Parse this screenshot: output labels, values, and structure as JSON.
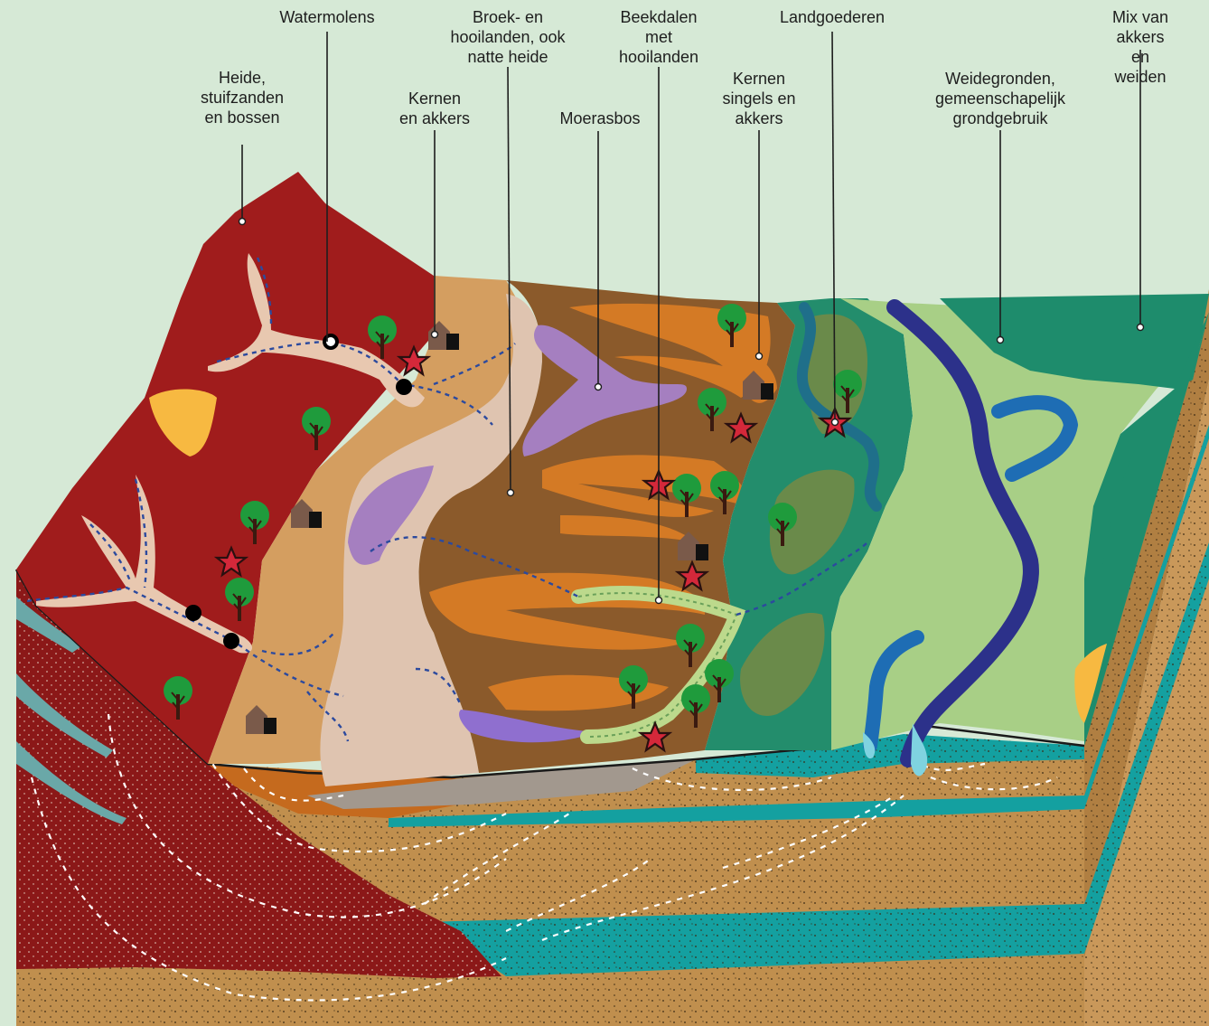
{
  "labels": {
    "watermolens": "Watermolens",
    "broek": "Broek- en\nhooilanden, ook\nnatte heide",
    "beekdalen": "Beekdalen\nmet\nhooilanden",
    "landgoederen": "Landgoederen",
    "mix": "Mix van akkers\nen weiden",
    "heide": "Heide,\nstuifzanden\nen bossen",
    "kernen_akkers": "Kernen\nen akkers",
    "moerasbos": "Moerasbos",
    "kernen_singels": "Kernen\nsingels en\nakkers",
    "weidegronden": "Weidegronden,\ngemeenschapelijk\ngrondgebruik"
  },
  "colors": {
    "background": "#d6e9d6",
    "heath": "#a01c1c",
    "sand_tan": "#d49e60",
    "wet_heath": "#dfc4b0",
    "valley_brown": "#8b5a2b",
    "arable_orange": "#d47a25",
    "marsh_forest": "#a57fc0",
    "estate_green": "#238d6c",
    "meadow": "#a8cf86",
    "pasture_dark": "#1e8c6c",
    "river": "#2c318a",
    "lake": "#1e6db4",
    "groundwater": "#14a0a0",
    "subsoil": "#c08f4e",
    "subsoil_red": "#8b1818",
    "hay_meadow": "#bcd98c",
    "yellow_pond": "#f7b941"
  },
  "icons": [
    "tree-icon",
    "farmhouse-icon",
    "star-icon",
    "watermill-icon"
  ]
}
